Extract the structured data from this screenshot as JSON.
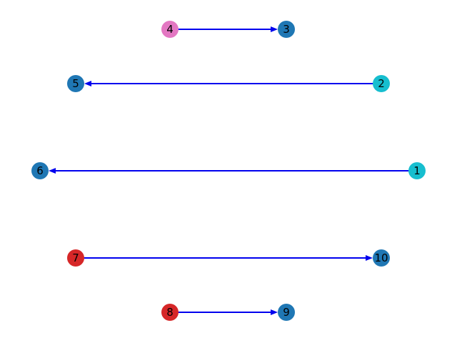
{
  "graph": {
    "edge_color": "#0000ee",
    "nodes": [
      {
        "id": "1",
        "label": "1",
        "color": "#17becf"
      },
      {
        "id": "2",
        "label": "2",
        "color": "#17becf"
      },
      {
        "id": "3",
        "label": "3",
        "color": "#1f77b4"
      },
      {
        "id": "4",
        "label": "4",
        "color": "#e377c2"
      },
      {
        "id": "5",
        "label": "5",
        "color": "#1f77b4"
      },
      {
        "id": "6",
        "label": "6",
        "color": "#1f77b4"
      },
      {
        "id": "7",
        "label": "7",
        "color": "#d62728"
      },
      {
        "id": "8",
        "label": "8",
        "color": "#d62728"
      },
      {
        "id": "9",
        "label": "9",
        "color": "#1f77b4"
      },
      {
        "id": "10",
        "label": "10",
        "color": "#1f77b4"
      }
    ],
    "edges": [
      {
        "from": "4",
        "to": "3"
      },
      {
        "from": "2",
        "to": "5"
      },
      {
        "from": "1",
        "to": "6"
      },
      {
        "from": "7",
        "to": "10"
      },
      {
        "from": "8",
        "to": "9"
      }
    ]
  }
}
